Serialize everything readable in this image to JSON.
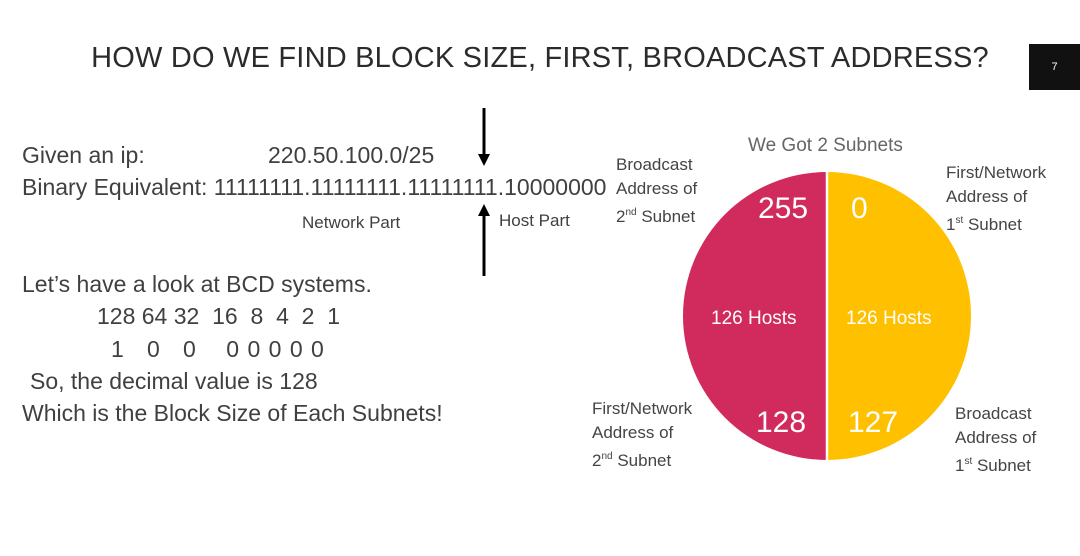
{
  "slide": {
    "title": "HOW DO WE  FIND BLOCK SIZE, FIRST, BROADCAST ADDRESS?",
    "number": "7"
  },
  "given": {
    "label": "Given an ip:",
    "ip": "220.50.100.0/25",
    "binary_label": "Binary Equivalent:",
    "binary_network": "11111111.11111111.11111111.",
    "binary_host": "10000000",
    "network_part": "Network Part",
    "host_part": "Host Part"
  },
  "bcd": {
    "intro": "Let’s have a look at BCD systems.",
    "weights": [
      "128",
      "64",
      "32",
      "16",
      "8",
      "4",
      "2",
      "1"
    ],
    "bits": [
      "1",
      "0",
      "0",
      "0",
      "0",
      "0",
      "0",
      "0"
    ],
    "conclusion": "So, the decimal value is 128",
    "block_size": "Which is the Block Size of Each Subnets!"
  },
  "diagram": {
    "heading": "We Got 2 Subnets",
    "colors": {
      "left": "#d12a5c",
      "right": "#ffc000",
      "divider": "#ffffff"
    },
    "left": {
      "top_value": "255",
      "hosts": "126 Hosts",
      "bottom_value": "128"
    },
    "right": {
      "top_value": "0",
      "hosts": "126 Hosts",
      "bottom_value": "127"
    },
    "labels": {
      "broadcast_2nd": {
        "line1": "Broadcast",
        "line2": "Address of",
        "ord": "2",
        "sup": "nd",
        "rest": " Subnet"
      },
      "first_1st": {
        "line1": "First/Network",
        "line2": "Address of",
        "ord": "1",
        "sup": "st",
        "rest": " Subnet"
      },
      "first_2nd": {
        "line1": "First/Network",
        "line2": "Address of",
        "ord": "2",
        "sup": "nd",
        "rest": " Subnet"
      },
      "broadcast_1st": {
        "line1": "Broadcast",
        "line2": "Address of",
        "ord": "1",
        "sup": "st",
        "rest": " Subnet"
      }
    }
  }
}
